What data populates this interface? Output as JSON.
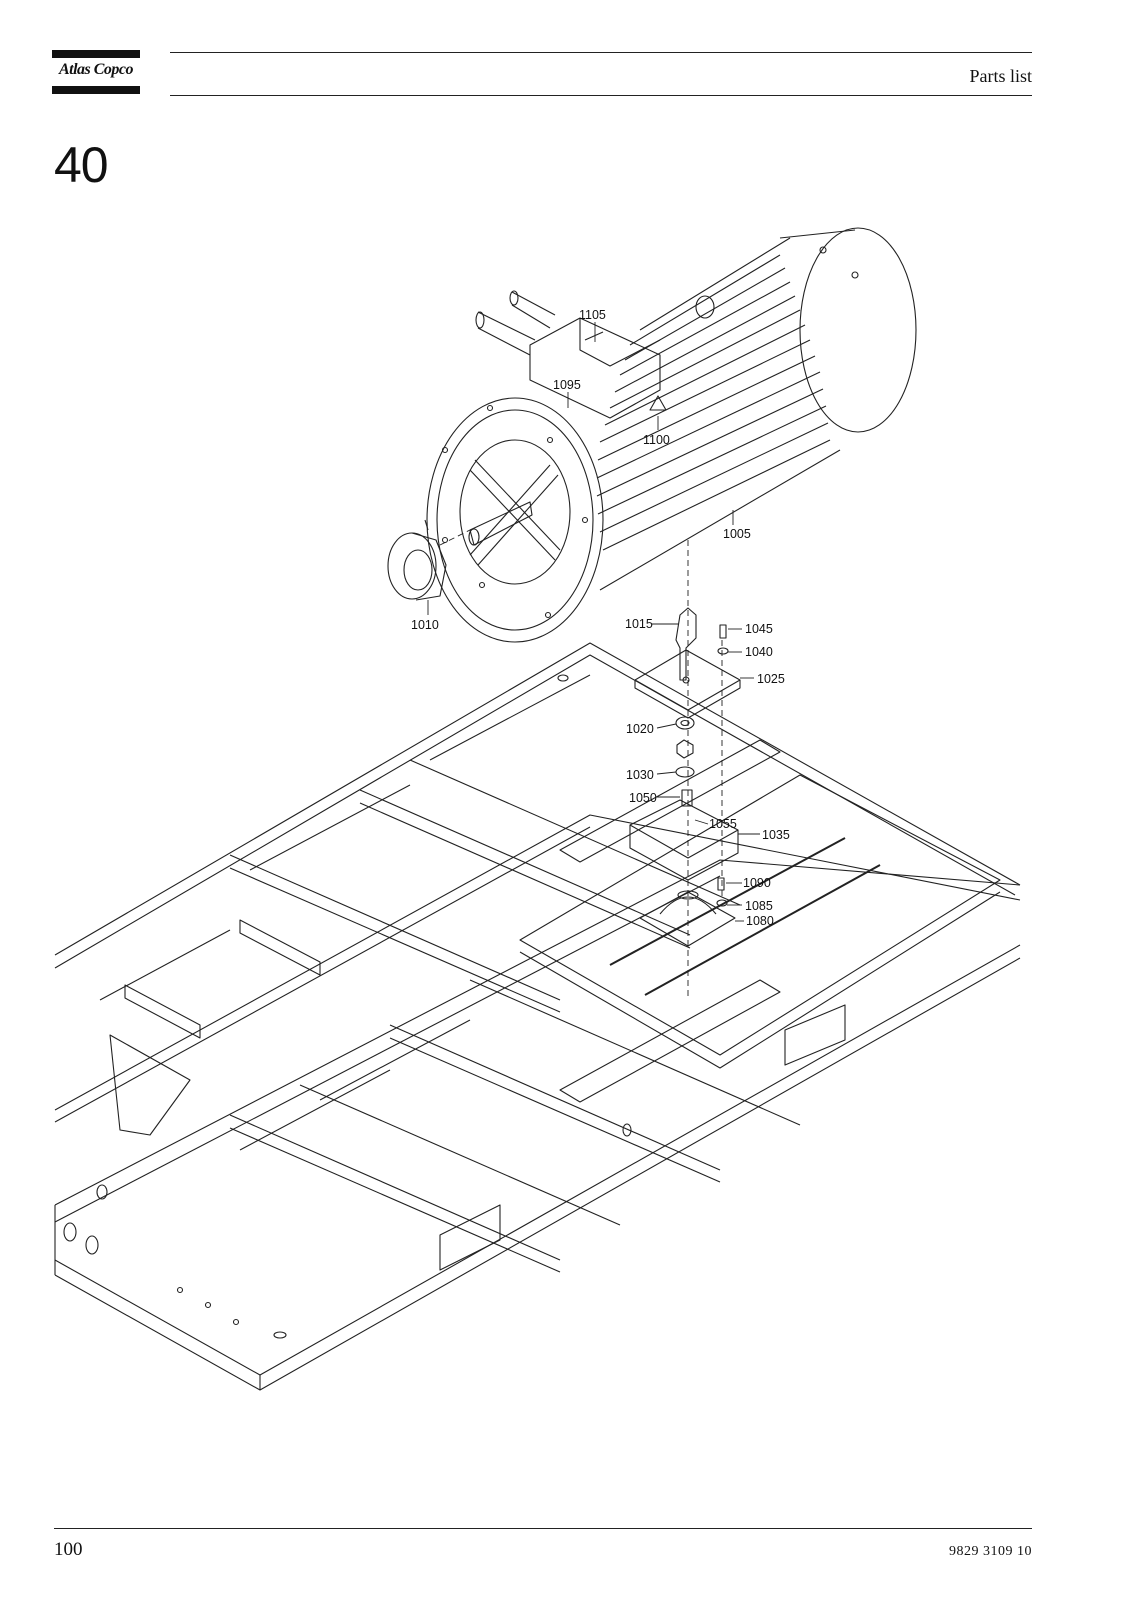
{
  "header": {
    "brand": "Atlas Copco",
    "section_label": "Parts list"
  },
  "section_number": "40",
  "callouts": [
    {
      "id": "c1105",
      "label": "1105"
    },
    {
      "id": "c1095",
      "label": "1095"
    },
    {
      "id": "c1100",
      "label": "1100"
    },
    {
      "id": "c1005",
      "label": "1005"
    },
    {
      "id": "c1010",
      "label": "1010"
    },
    {
      "id": "c1015",
      "label": "1015"
    },
    {
      "id": "c1045",
      "label": "1045"
    },
    {
      "id": "c1040",
      "label": "1040"
    },
    {
      "id": "c1025",
      "label": "1025"
    },
    {
      "id": "c1020",
      "label": "1020"
    },
    {
      "id": "c1030",
      "label": "1030"
    },
    {
      "id": "c1050",
      "label": "1050"
    },
    {
      "id": "c1055",
      "label": "1055"
    },
    {
      "id": "c1035",
      "label": "1035"
    },
    {
      "id": "c1090",
      "label": "1090"
    },
    {
      "id": "c1085",
      "label": "1085"
    },
    {
      "id": "c1080",
      "label": "1080"
    }
  ],
  "footer": {
    "page_number": "100",
    "document_number": "9829  3109  10"
  }
}
